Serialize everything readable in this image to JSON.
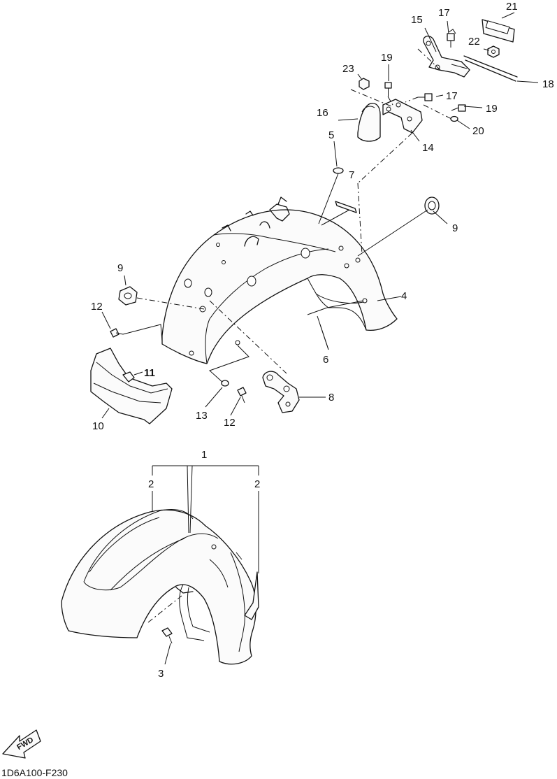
{
  "diagram_code": "1D6A100-F230",
  "fwd_label": "FWD",
  "callouts": {
    "c1": "1",
    "c2a": "2",
    "c2b": "2",
    "c3": "3",
    "c4": "4",
    "c5": "5",
    "c6": "6",
    "c7": "7",
    "c8": "8",
    "c9a": "9",
    "c9b": "9",
    "c10": "10",
    "c11": "11",
    "c12a": "12",
    "c12b": "12",
    "c13": "13",
    "c14": "14",
    "c15": "15",
    "c16": "16",
    "c17a": "17",
    "c17b": "17",
    "c18": "18",
    "c19a": "19",
    "c19b": "19",
    "c20": "20",
    "c21": "21",
    "c22": "22",
    "c23": "23"
  }
}
